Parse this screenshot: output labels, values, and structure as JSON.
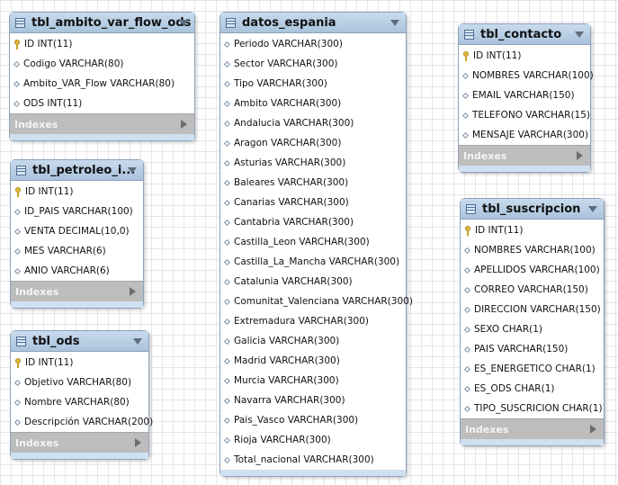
{
  "tables": {
    "ambito": {
      "name": "tbl_ambito_var_flow_ods",
      "columns": [
        "ID INT(11)",
        "Codigo VARCHAR(80)",
        "Ambito_VAR_Flow VARCHAR(80)",
        "ODS INT(11)"
      ],
      "indexes_label": "Indexes"
    },
    "petroleo": {
      "name": "tbl_petroleo_i...",
      "columns": [
        "ID INT(11)",
        "ID_PAIS VARCHAR(100)",
        "VENTA DECIMAL(10,0)",
        "MES VARCHAR(6)",
        "ANIO VARCHAR(6)"
      ],
      "indexes_label": "Indexes"
    },
    "ods": {
      "name": "tbl_ods",
      "columns": [
        "ID INT(11)",
        "Objetivo VARCHAR(80)",
        "Nombre VARCHAR(80)",
        "Descripción VARCHAR(200)"
      ],
      "indexes_label": "Indexes"
    },
    "datos": {
      "name": "datos_espania",
      "columns": [
        "Periodo VARCHAR(300)",
        "Sector VARCHAR(300)",
        "Tipo VARCHAR(300)",
        "Ambito VARCHAR(300)",
        "Andalucia VARCHAR(300)",
        "Aragon VARCHAR(300)",
        "Asturias VARCHAR(300)",
        "Baleares VARCHAR(300)",
        "Canarias VARCHAR(300)",
        "Cantabria VARCHAR(300)",
        "Castilla_Leon VARCHAR(300)",
        "Castilla_La_Mancha VARCHAR(300)",
        "Catalunia VARCHAR(300)",
        "Comunitat_Valenciana VARCHAR(300)",
        "Extremadura VARCHAR(300)",
        "Galicia VARCHAR(300)",
        "Madrid VARCHAR(300)",
        "Murcia VARCHAR(300)",
        "Navarra VARCHAR(300)",
        "Pais_Vasco VARCHAR(300)",
        "Rioja VARCHAR(300)",
        "Total_nacional VARCHAR(300)"
      ]
    },
    "contacto": {
      "name": "tbl_contacto",
      "columns": [
        "ID INT(11)",
        "NOMBRES VARCHAR(100)",
        "EMAIL VARCHAR(150)",
        "TELEFONO VARCHAR(15)",
        "MENSAJE VARCHAR(300)"
      ],
      "indexes_label": "Indexes"
    },
    "suscripcion": {
      "name": "tbl_suscripcion",
      "columns": [
        "ID INT(11)",
        "NOMBRES VARCHAR(100)",
        "APELLIDOS VARCHAR(100)",
        "CORREO VARCHAR(150)",
        "DIRECCION VARCHAR(150)",
        "SEXO CHAR(1)",
        "PAIS VARCHAR(150)",
        "ES_ENERGETICO CHAR(1)",
        "ES_ODS CHAR(1)",
        "TIPO_SUSCRICION CHAR(1)"
      ],
      "indexes_label": "Indexes"
    }
  }
}
